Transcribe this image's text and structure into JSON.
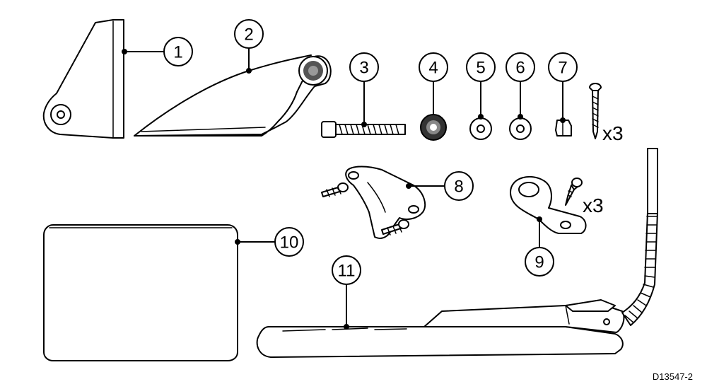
{
  "callouts": [
    "1",
    "2",
    "3",
    "4",
    "5",
    "6",
    "7",
    "8",
    "9",
    "10",
    "11"
  ],
  "quantities": {
    "screws_7": "x3",
    "screws_9": "x3"
  },
  "reference_code": "D13547-2",
  "colors": {
    "line": "#000000",
    "fill": "#ffffff",
    "shade": "#d9d9d9"
  }
}
